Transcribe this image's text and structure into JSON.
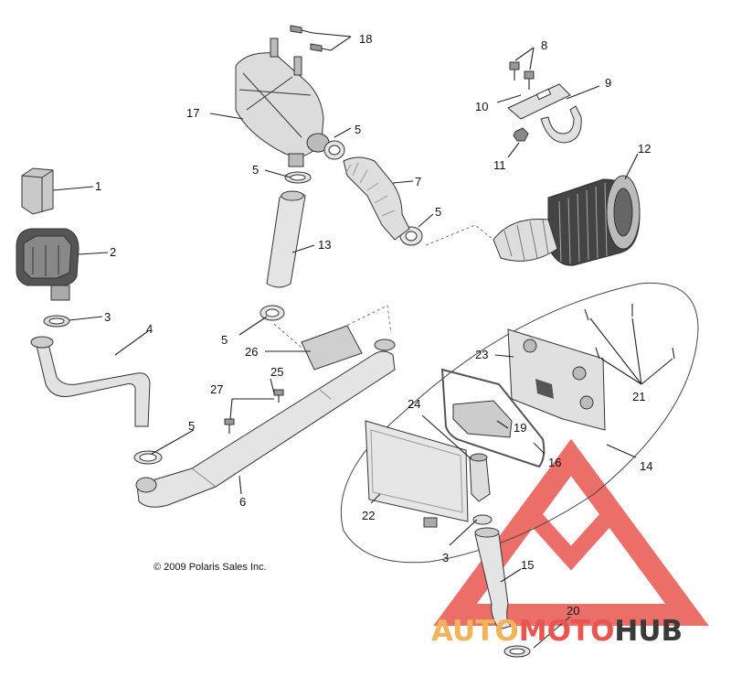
{
  "copyright": "© 2009 Polaris Sales Inc.",
  "watermark": {
    "part1": "AUTO",
    "part2": "MOTO",
    "part3": "HUB",
    "color_orange": "#f2b35a",
    "color_red": "#e8554f",
    "color_gray": "#3a3a3a"
  },
  "callouts": {
    "c1": "1",
    "c2": "2",
    "c3a": "3",
    "c3b": "3",
    "c4": "4",
    "c5a": "5",
    "c5b": "5",
    "c5c": "5",
    "c5d": "5",
    "c5e": "5",
    "c6": "6",
    "c7": "7",
    "c8": "8",
    "c9": "9",
    "c10": "10",
    "c11": "11",
    "c12": "12",
    "c13": "13",
    "c14": "14",
    "c15": "15",
    "c16": "16",
    "c17": "17",
    "c18": "18",
    "c19": "19",
    "c20": "20",
    "c21": "21",
    "c22": "22",
    "c23": "23",
    "c24": "24",
    "c25": "25",
    "c26": "26",
    "c27": "27"
  }
}
